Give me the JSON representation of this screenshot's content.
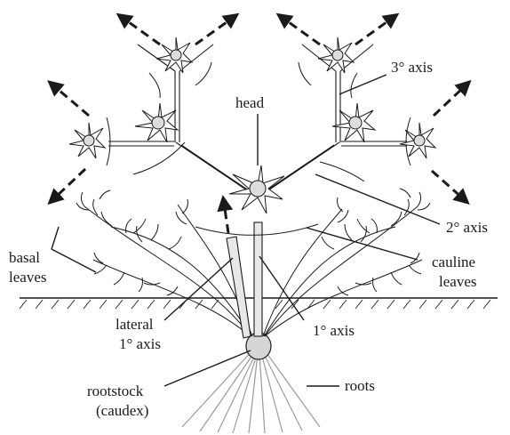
{
  "diagram": {
    "labels": {
      "head": "head",
      "tertiary_axis": "3° axis",
      "secondary_axis": "2° axis",
      "basal_leaves_1": "basal",
      "basal_leaves_2": "leaves",
      "cauline_leaves_1": "cauline",
      "cauline_leaves_2": "leaves",
      "lateral_axis_1": "lateral",
      "lateral_axis_2": "1° axis",
      "primary_axis": "1° axis",
      "rootstock_1": "rootstock",
      "rootstock_2": "(caudex)",
      "roots": "roots"
    },
    "colors": {
      "ink": "#1a1a1a",
      "stem_fill": "#e8e8e8",
      "root_line": "#9a9a9a",
      "caudex_fill": "#d6d6d6"
    }
  }
}
